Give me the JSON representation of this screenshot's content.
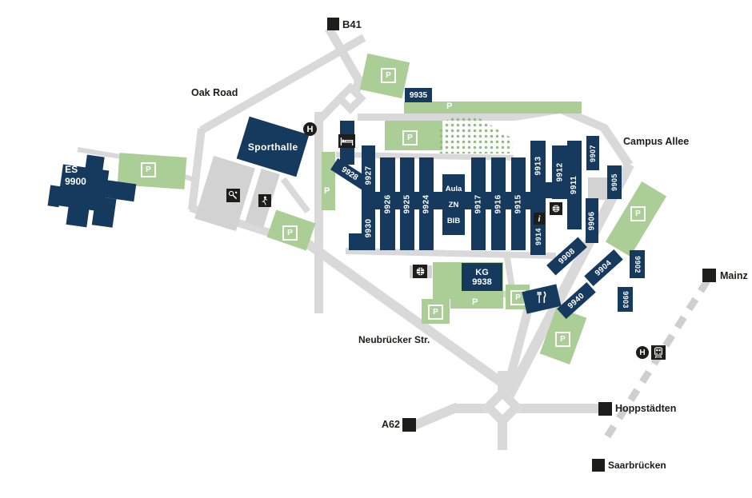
{
  "signs": {
    "b41": "B41",
    "a62": "A62",
    "mainz": "Mainz",
    "hoppstaedten": "Hoppstädten",
    "saarbruecken": "Saarbrücken"
  },
  "streets": {
    "oak_road": "Oak Road",
    "campus_allee": "Campus Allee",
    "neubruecker": "Neubrücker Str."
  },
  "buildings": {
    "es_name": "ES",
    "es_num": "9900",
    "sporthalle": "Sporthalle",
    "n9935": "9935",
    "n9928": "9928",
    "n9927": "9927",
    "n9930": "9930",
    "n9926": "9926",
    "n9925": "9925",
    "n9924": "9924",
    "aula": "Aula",
    "zn": "ZN",
    "bib": "BIB",
    "n9917": "9917",
    "n9916": "9916",
    "n9915": "9915",
    "n9913": "9913",
    "n9914": "9914",
    "n9912": "9912",
    "n9911": "9911",
    "n9907": "9907",
    "n9905": "9905",
    "n9906": "9906",
    "n9908": "9908",
    "n9904": "9904",
    "n9902": "9902",
    "n9903": "9903",
    "n9940": "9940",
    "kg": "KG",
    "kg_num": "9938"
  },
  "parking": {
    "label": "P"
  },
  "icons": {
    "bus_stop_label": "H",
    "info_label": "i",
    "names": [
      "bus-stop-icon",
      "train-station-icon",
      "bed-icon",
      "restaurant-icon",
      "volleyball-icon",
      "basketball-icon",
      "tennis-icon",
      "climbing-icon",
      "parking-icon",
      "info-icon"
    ]
  },
  "colors": {
    "building_navy": "#163a5e",
    "parking_green": "#abce97",
    "road_gray": "#d9d9d9",
    "marker_black": "#1d1d1b"
  }
}
